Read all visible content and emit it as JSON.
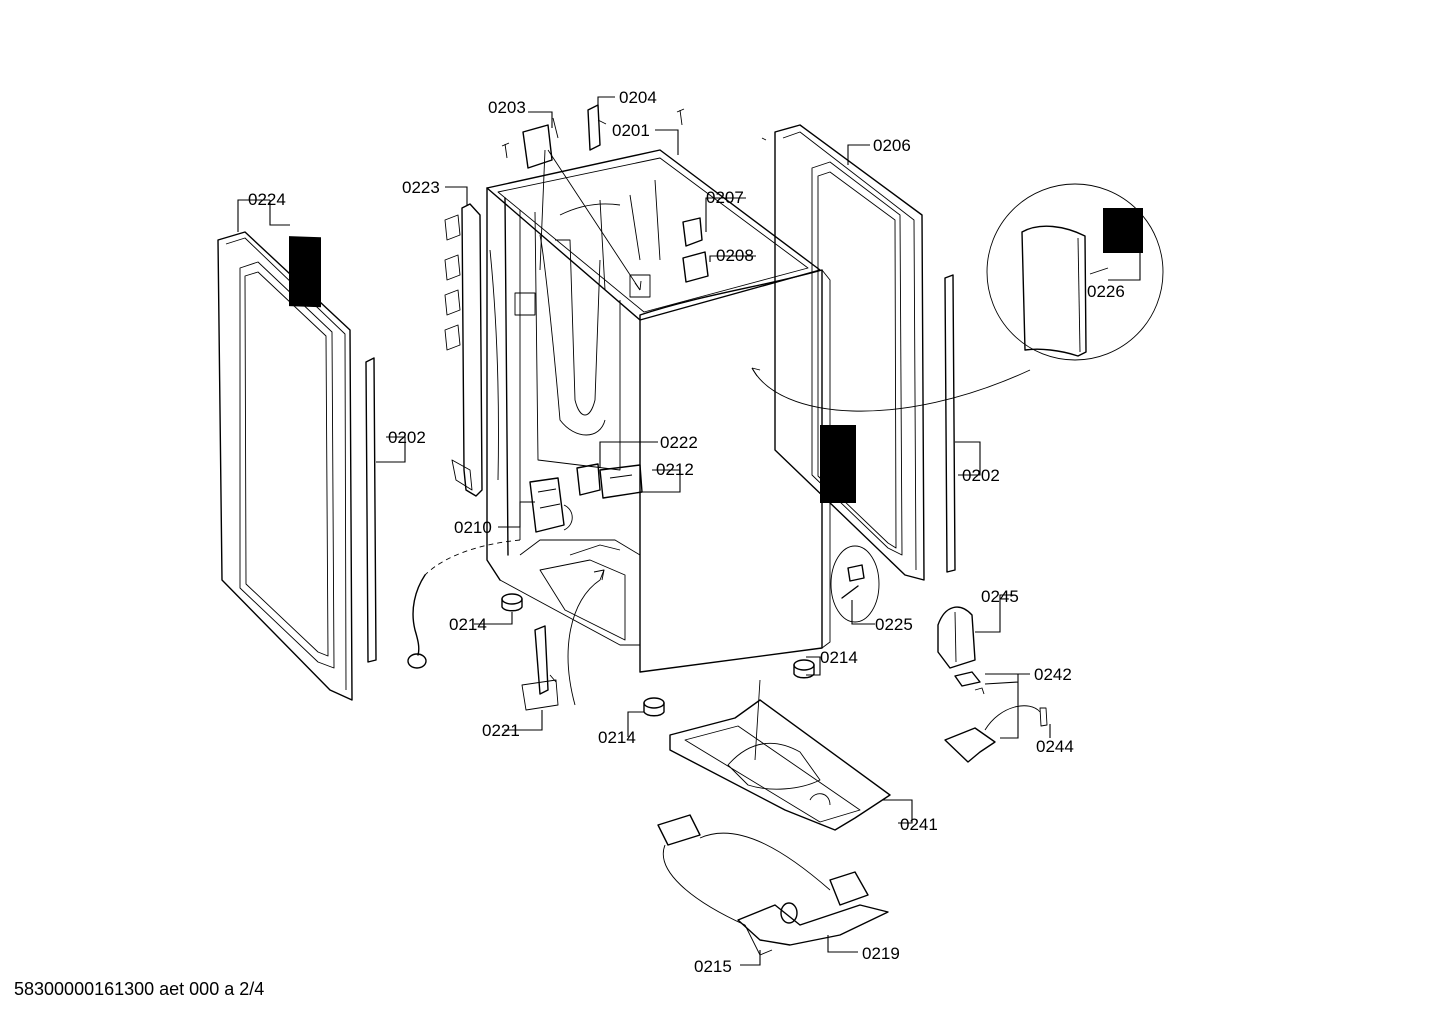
{
  "diagram": {
    "labels": {
      "p0201": "0201",
      "p0202_left": "0202",
      "p0202_right": "0202",
      "p0203": "0203",
      "p0204": "0204",
      "p0206": "0206",
      "p0207": "0207",
      "p0208": "0208",
      "p0210": "0210",
      "p0212": "0212",
      "p0214_a": "0214",
      "p0214_b": "0214",
      "p0214_c": "0214",
      "p0215": "0215",
      "p0219": "0219",
      "p0221": "0221",
      "p0222": "0222",
      "p0223": "0223",
      "p0224": "0224",
      "p0225": "0225",
      "p0226": "0226",
      "p0241": "0241",
      "p0242": "0242",
      "p0244": "0244",
      "p0245": "0245"
    },
    "footer": "58300000161300 aet 000 a 2/4"
  }
}
